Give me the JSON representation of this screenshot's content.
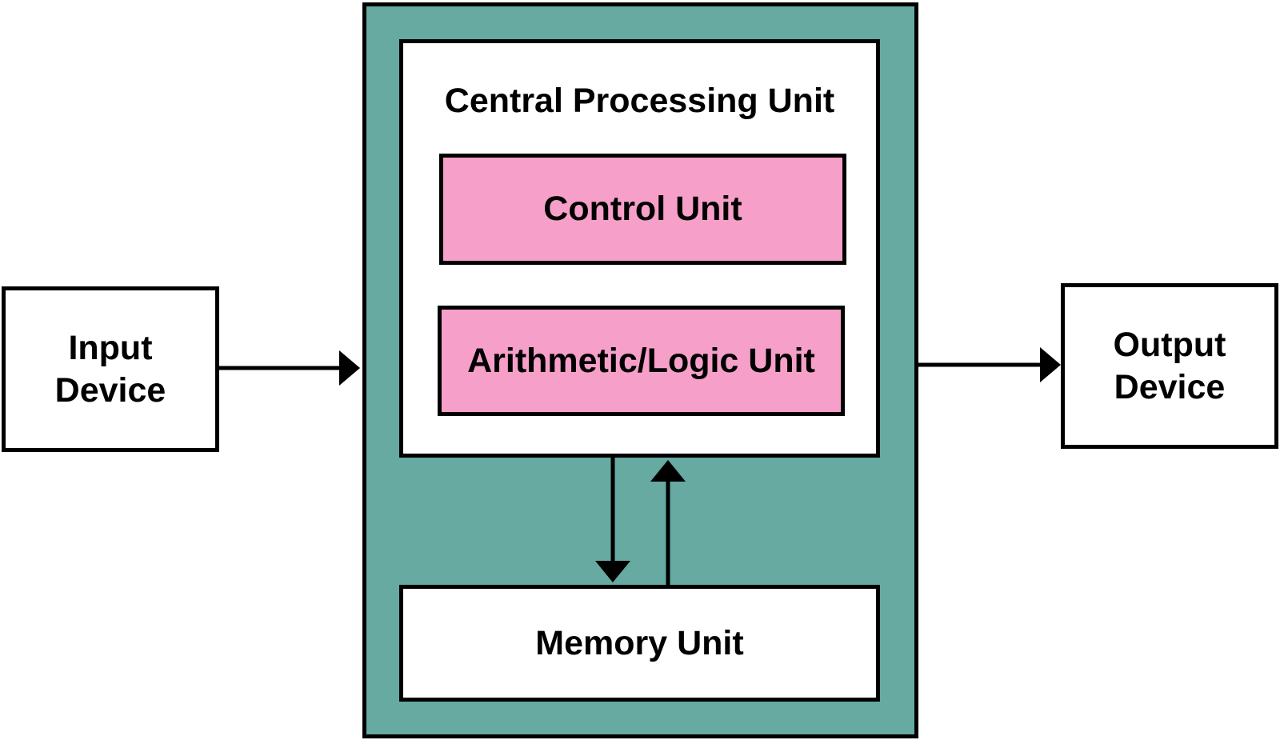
{
  "colors": {
    "computer_fill": "#66aaa2",
    "unit_fill": "#f69fc9",
    "box_fill": "#ffffff",
    "stroke": "#000000"
  },
  "diagram": {
    "input_device": {
      "line1": "Input",
      "line2": "Device"
    },
    "output_device": {
      "line1": "Output",
      "line2": "Device"
    },
    "cpu": {
      "title": "Central Processing Unit",
      "control_unit": "Control Unit",
      "alu": "Arithmetic/Logic Unit"
    },
    "memory_unit": "Memory Unit"
  },
  "connections": [
    {
      "from": "Input Device",
      "to": "Central Processing Unit"
    },
    {
      "from": "Central Processing Unit",
      "to": "Output Device"
    },
    {
      "from": "Central Processing Unit",
      "to": "Memory Unit"
    },
    {
      "from": "Memory Unit",
      "to": "Central Processing Unit"
    }
  ]
}
